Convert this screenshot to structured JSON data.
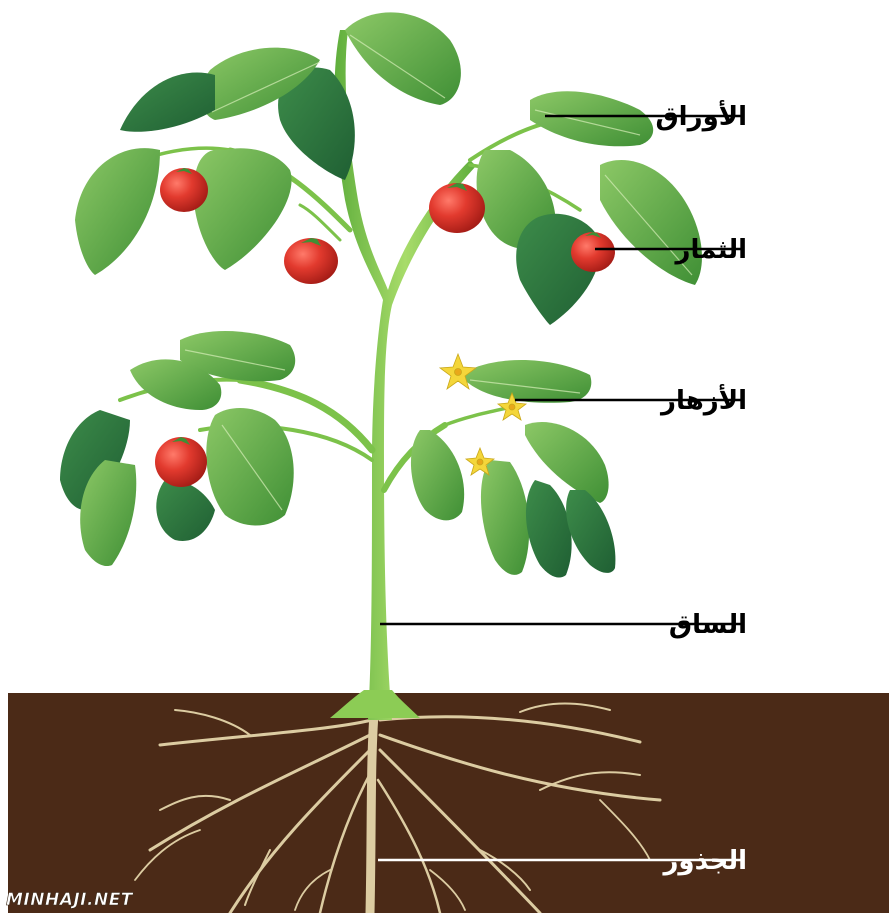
{
  "diagram": {
    "labels": {
      "leaves": "الأوراق",
      "fruits": "الثمار",
      "flowers": "الأزهار",
      "stem": "الساق",
      "roots": "الجذور"
    },
    "watermark": "MINHAJI.NET"
  },
  "colors": {
    "soil": "#4b2a17",
    "leaf": "#5aa83a",
    "leaf_dark": "#2f7a3a",
    "stem": "#7cc24a",
    "tomato": "#d8302a",
    "flower": "#f4d63a",
    "root": "#d9c9a0"
  }
}
